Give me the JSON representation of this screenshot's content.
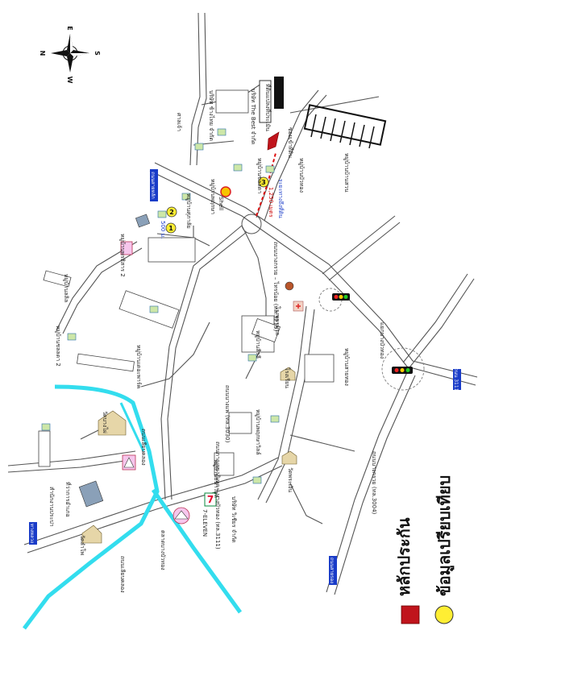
{
  "compass": {
    "n": "N",
    "e": "E",
    "s": "S",
    "w": "W"
  },
  "markers": {
    "one": "1",
    "two": "2",
    "three": "3"
  },
  "distance": {
    "value": "1,250 เมตร",
    "label": "ระยะทางถึงที่ดิน"
  },
  "scale_note": "500 ม.",
  "legend": {
    "collateral": "หลักประกัน",
    "comparable": "ข้อมูลเปรียบเทียบ",
    "collateral_color": "#c0141c",
    "comparable_color": "#ffee33"
  },
  "colors": {
    "canal": "#33ddee",
    "road": "#555555",
    "highway_shield": "#1a3cc8"
  },
  "road_signs": [
    {
      "id": "sign_a",
      "text": "ถนนสายหลัก"
    },
    {
      "id": "sign_b",
      "text": "ถนน 3111"
    },
    {
      "id": "sign_c",
      "text": "ทางหลวง"
    },
    {
      "id": "sign_d",
      "text": "ถนนสายรอง"
    }
  ],
  "labels": {
    "road_3111": "ถนนกาญจนาภิเษก – บางบัวทอง (ทล.3111)",
    "road_3030": "ถนนบางแพ (ทล.3030)",
    "road_3004": "ถนนบางกรวย (ทล.3004)",
    "road_upper": "ถนนบางกรวย – ไทรน้อย (ทล.3215)",
    "canal_road": "ถนนเลียบคลอง",
    "seven": "7-ELEVEN",
    "village_1": "หมู่บ้านพฤกษา",
    "village_2": "หมู่บ้านชลลดา",
    "village_3": "หมู่บ้านบัวทอง",
    "village_4": "หมู่บ้านศุภาลัย",
    "village_5": "หมู่บ้านพรธิสาร 2",
    "village_6": "หมู่บ้านเดอะพาร์ค",
    "village_7": "หมู่บ้านพฤกษาวิลล์",
    "village_8": "หมู่บ้านสีวลี",
    "village_9": "หมู่บ้านธนาวิลล์",
    "village_10": "หมู่บ้านลลิล",
    "village_11": "หมู่บ้านสายทอง",
    "village_12": "หมู่บ้านบ้านสวน",
    "village_13": "หมู่บ้านชลลดา 2",
    "temple_1": "วัดลำโพ",
    "temple_2": "วัดบางไผ่",
    "temple_3": "วัดพระเงิน",
    "market": "ตลาดบางบัวทอง",
    "hospital": "โรงพยาบาล",
    "school": "โรงเรียน",
    "company_1": "บริษัท ช้างไทย จำกัด",
    "company_2": "บริษัท วิเชียร จำกัด",
    "company_3": "บริษัท The Best จำกัด",
    "shell": "Shell",
    "intersection": "แยกบางบัวทอง",
    "subject_land": "ที่ดินแปลงที่ประเมิน",
    "subject_road": "ซอยเข้าที่ดิน",
    "water_office": "สำนักงานประปา",
    "district": "ที่ว่าการอำเภอ",
    "shrine": "ศาลเจ้า"
  }
}
